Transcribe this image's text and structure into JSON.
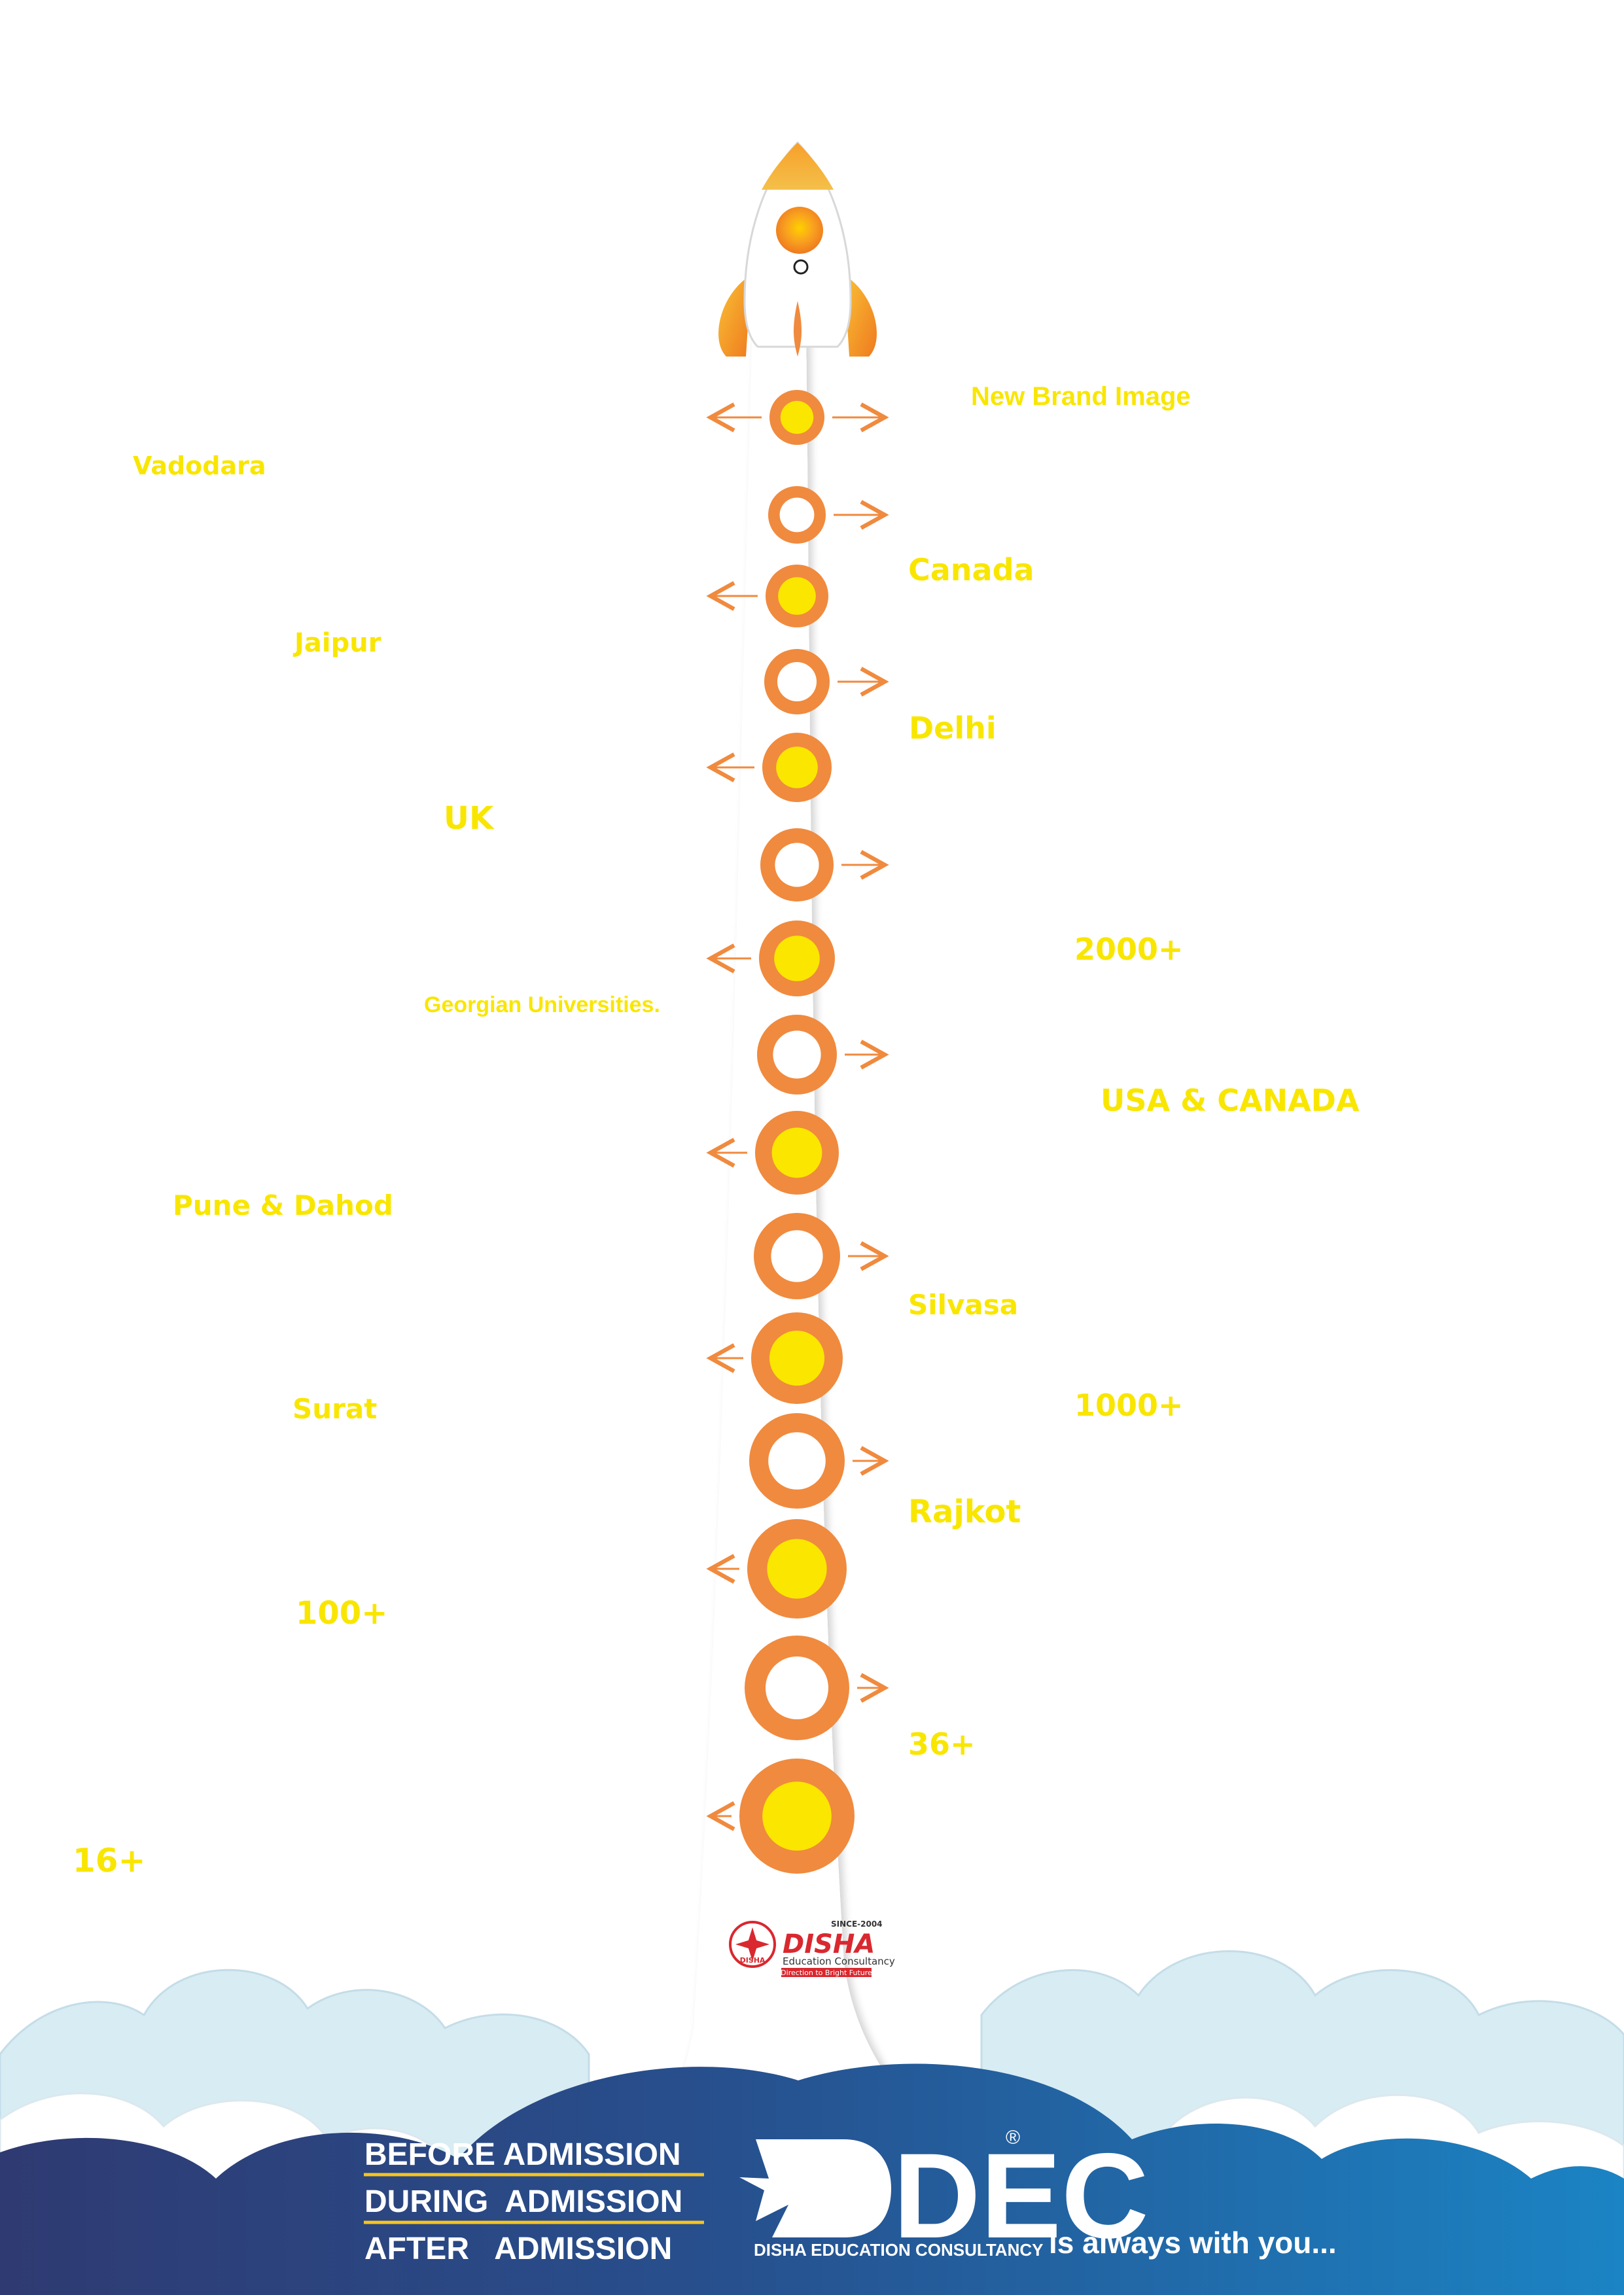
{
  "timeline": {
    "labels": {
      "new_brand_image": "New Brand Image",
      "vadodara": "Vadodara",
      "canada": "Canada",
      "jaipur": "Jaipur",
      "delhi": "Delhi",
      "uk": "UK",
      "count_2000": "2000+",
      "georgian": "Georgian Universities.",
      "usa_canada": "USA & CANADA",
      "pune_dahod": "Pune & Dahod",
      "silvasa": "Silvasa",
      "surat": "Surat",
      "count_1000": "1000+",
      "rajkot": "Rajkot",
      "count_100": "100+",
      "count_36": "36+",
      "count_16": "16+"
    }
  },
  "small_logo": {
    "brand": "DISHA",
    "since": "SINCE-2004",
    "subtitle": "Education Consultancy",
    "tagline": "Direction to Bright Future",
    "emblem_text": "DISHA"
  },
  "footer": {
    "lines": [
      "BEFORE ADMISSION",
      "DURING  ADMISSION",
      "AFTER   ADMISSION"
    ],
    "logo_text": "DEC",
    "registered": "®",
    "logo_caption": "DISHA EDUCATION CONSULTANCY",
    "tagline": "is always with you..."
  },
  "colors": {
    "label_yellow": "#f9e600",
    "orange": "#f08a3e",
    "rocket_orange": "#f28c28",
    "footer_left": "#2f3a72",
    "footer_right": "#1b7fc0",
    "cloud_light": "#d8ecf3"
  }
}
